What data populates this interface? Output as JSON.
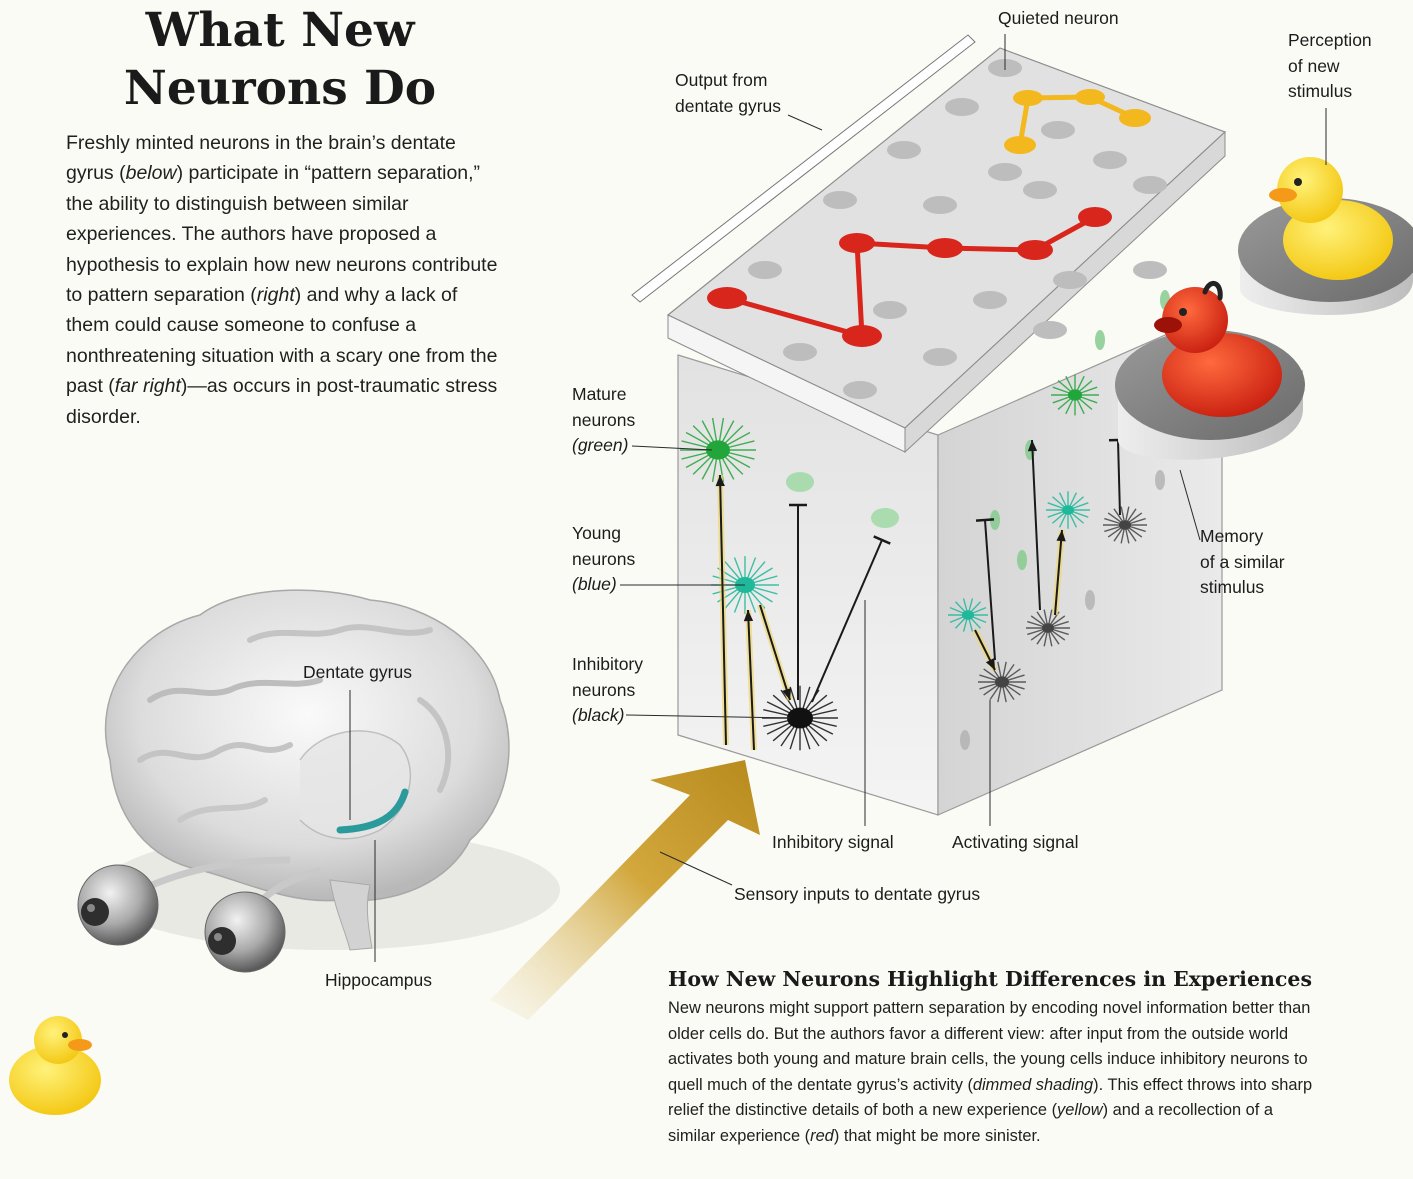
{
  "title": "What New Neurons Do",
  "intro": {
    "parts": [
      {
        "text": "Freshly minted neurons in the brain’s dentate gyrus (",
        "italic": false
      },
      {
        "text": "below",
        "italic": true
      },
      {
        "text": ") participate in “pattern separation,” the ability to distinguish between similar experiences. The authors have proposed a hypothesis to explain how new neurons contribute to pattern separation (",
        "italic": false
      },
      {
        "text": "right",
        "italic": true
      },
      {
        "text": ") and why a lack of them could cause someone to confuse a nonthreatening situation with a scary one from the past (",
        "italic": false
      },
      {
        "text": "far right",
        "italic": true
      },
      {
        "text": ")—as occurs in post-traumatic stress disorder.",
        "italic": false
      }
    ]
  },
  "labels": {
    "quieted_neuron": "Quieted neuron",
    "output": [
      "Output from",
      "dentate gyrus"
    ],
    "perception": [
      "Perception",
      "of new",
      "stimulus"
    ],
    "mature": {
      "lines": [
        "Mature",
        "neurons"
      ],
      "color": "(green)"
    },
    "young": {
      "lines": [
        "Young",
        "neurons"
      ],
      "color": "(blue)"
    },
    "inhibitory": {
      "lines": [
        "Inhibitory",
        "neurons"
      ],
      "color": "(black)"
    },
    "memory": [
      "Memory",
      "of a similar",
      "stimulus"
    ],
    "inhibitory_signal": "Inhibitory signal",
    "activating_signal": "Activating signal",
    "sensory_inputs": "Sensory inputs to dentate gyrus",
    "dentate_gyrus": "Dentate gyrus",
    "hippocampus": "Hippocampus"
  },
  "caption": {
    "heading": "How New Neurons Highlight Differences in Experiences",
    "parts": [
      {
        "text": "New neurons might support pattern separation by encoding novel information better than older cells do. But the authors favor a different view: after input from the outside world activates both young and mature brain cells, the young cells induce inhibitory neurons to quell much of the dentate gyrus’s activity (",
        "italic": false
      },
      {
        "text": "dimmed shading",
        "italic": true
      },
      {
        "text": "). This effect throws into sharp relief the distinctive details of both a new experience (",
        "italic": false
      },
      {
        "text": "yellow",
        "italic": true
      },
      {
        "text": ") and a recollection of a similar experience (",
        "italic": false
      },
      {
        "text": "red",
        "italic": true
      },
      {
        "text": ") that might be more sinister.",
        "italic": false
      }
    ]
  },
  "colors": {
    "mature_neuron": "#22a53a",
    "young_neuron": "#1fb89a",
    "inhibitory_neuron": "#111111",
    "new_experience": "#f2b81d",
    "similar_memory": "#d8261d",
    "sensory_arrow": "#c79a2a",
    "dentate_gyrus": "#2a9a9a"
  },
  "icons": [
    "brain",
    "eyeball",
    "rubber-duck-yellow",
    "rubber-duck-red",
    "pedestal",
    "neural-block"
  ]
}
